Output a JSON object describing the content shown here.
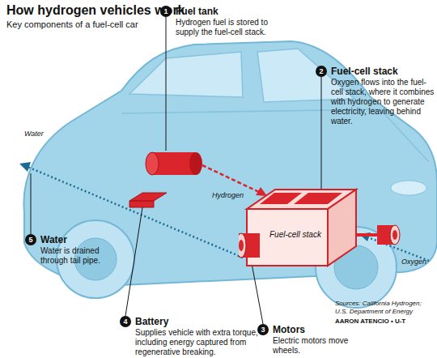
{
  "diagram": {
    "title": "How hydrogen vehicles work",
    "caption": "Key components of a fuel-cell car",
    "nodes": [
      {
        "text": [
          "1",
          "Fuel tank",
          "Hydrogen fuel is stored to supply the fuel-cell stack."
        ]
      },
      {
        "text": [
          "2",
          "Fuel-cell stack",
          "Oxygen flows into the fuel-cell stack, where it combines with hydrogen to generate electricity, leaving behind water."
        ]
      },
      {
        "text": [
          "Fuel-cell stack"
        ]
      },
      {
        "text": [
          "5",
          "Water",
          "Water is drained through tail pipe."
        ]
      },
      {
        "text": [
          "4",
          "Battery",
          "Supplies vehicle with extra torque, including energy captured from regenerative breaking."
        ]
      },
      {
        "text": [
          "3",
          "Motors",
          "Electric motors move wheels."
        ]
      }
    ],
    "labels": [
      "Water",
      "Hydrogen",
      "Oxygen",
      "Sources: California Hydrogen; U.S. Department of Energy",
      "AARON ATENCIO • U-T"
    ]
  }
}
